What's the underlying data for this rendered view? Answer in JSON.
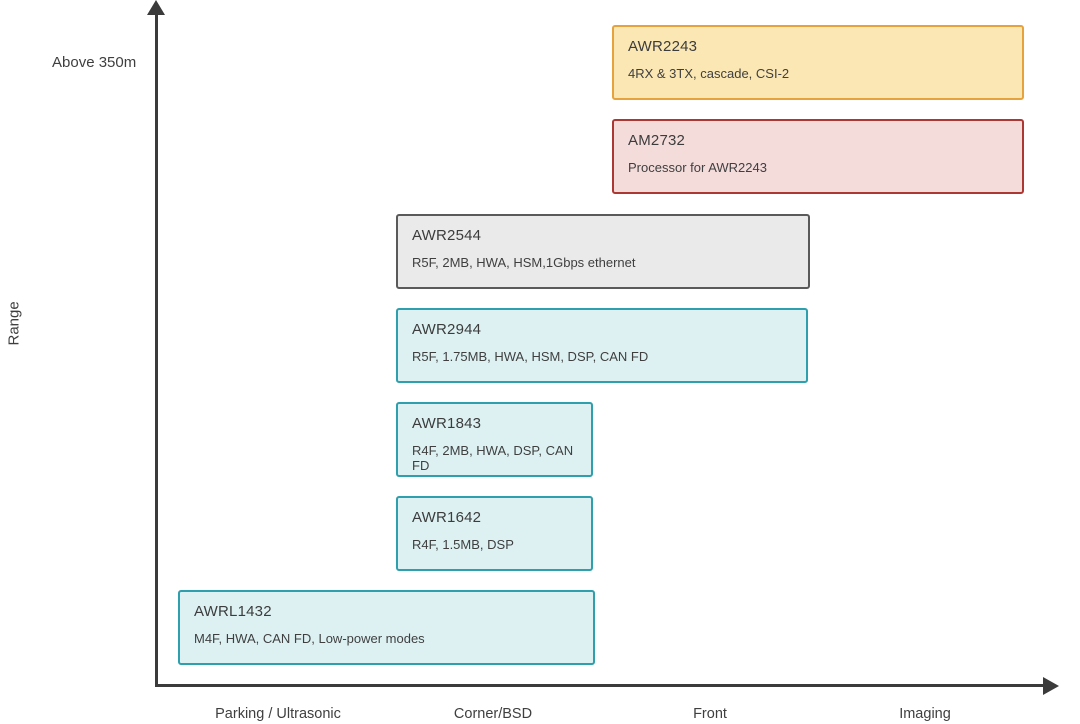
{
  "palette": {
    "background": "#ffffff",
    "axis": "#3b3b3b",
    "text": "#3f3f3f",
    "yellow_fill": "#fbe7b4",
    "yellow_border": "#e6a23c",
    "red_fill": "#f4dcdb",
    "red_border": "#ac3833",
    "gray_fill": "#eaeaea",
    "gray_border": "#5a5a5a",
    "cyan_fill": "#ddf1f3",
    "cyan_border": "#2e9fac"
  },
  "axes": {
    "y_title": "Range",
    "y_annotation": "Above 350m",
    "x_categories": [
      "Parking / Ultrasonic",
      "Corner/BSD",
      "Front",
      "Imaging"
    ]
  },
  "chart_data": {
    "type": "diagram",
    "subtype": "product-positioning",
    "xlabel": "",
    "ylabel": "Range",
    "x_categories": [
      "Parking / Ultrasonic",
      "Corner/BSD",
      "Front",
      "Imaging"
    ],
    "y_annotation": "Above 350m",
    "chips": [
      {
        "name": "AWR2243",
        "specs": "4RX & 3TX, cascade, CSI-2",
        "theme": "yellow",
        "x_span": [
          "Front",
          "Imaging"
        ],
        "range_row": 7
      },
      {
        "name": "AM2732",
        "specs": "Processor for AWR2243",
        "theme": "red",
        "x_span": [
          "Front",
          "Imaging"
        ],
        "range_row": 6
      },
      {
        "name": "AWR2544",
        "specs": "R5F, 2MB, HWA, HSM,1Gbps ethernet",
        "theme": "gray",
        "x_span": [
          "Corner/BSD",
          "Front"
        ],
        "range_row": 5
      },
      {
        "name": "AWR2944",
        "specs": "R5F, 1.75MB, HWA, HSM, DSP, CAN FD",
        "theme": "cyan",
        "x_span": [
          "Corner/BSD",
          "Front"
        ],
        "range_row": 4
      },
      {
        "name": "AWR1843",
        "specs": "R4F, 2MB, HWA, DSP, CAN FD",
        "theme": "cyan",
        "x_span": [
          "Corner/BSD"
        ],
        "range_row": 3
      },
      {
        "name": "AWR1642",
        "specs": "R4F, 1.5MB, DSP",
        "theme": "cyan",
        "x_span": [
          "Corner/BSD"
        ],
        "range_row": 2
      },
      {
        "name": "AWRL1432",
        "specs": "M4F, HWA, CAN FD, Low-power modes",
        "theme": "cyan",
        "x_span": [
          "Parking / Ultrasonic",
          "Corner/BSD"
        ],
        "range_row": 1
      }
    ]
  }
}
